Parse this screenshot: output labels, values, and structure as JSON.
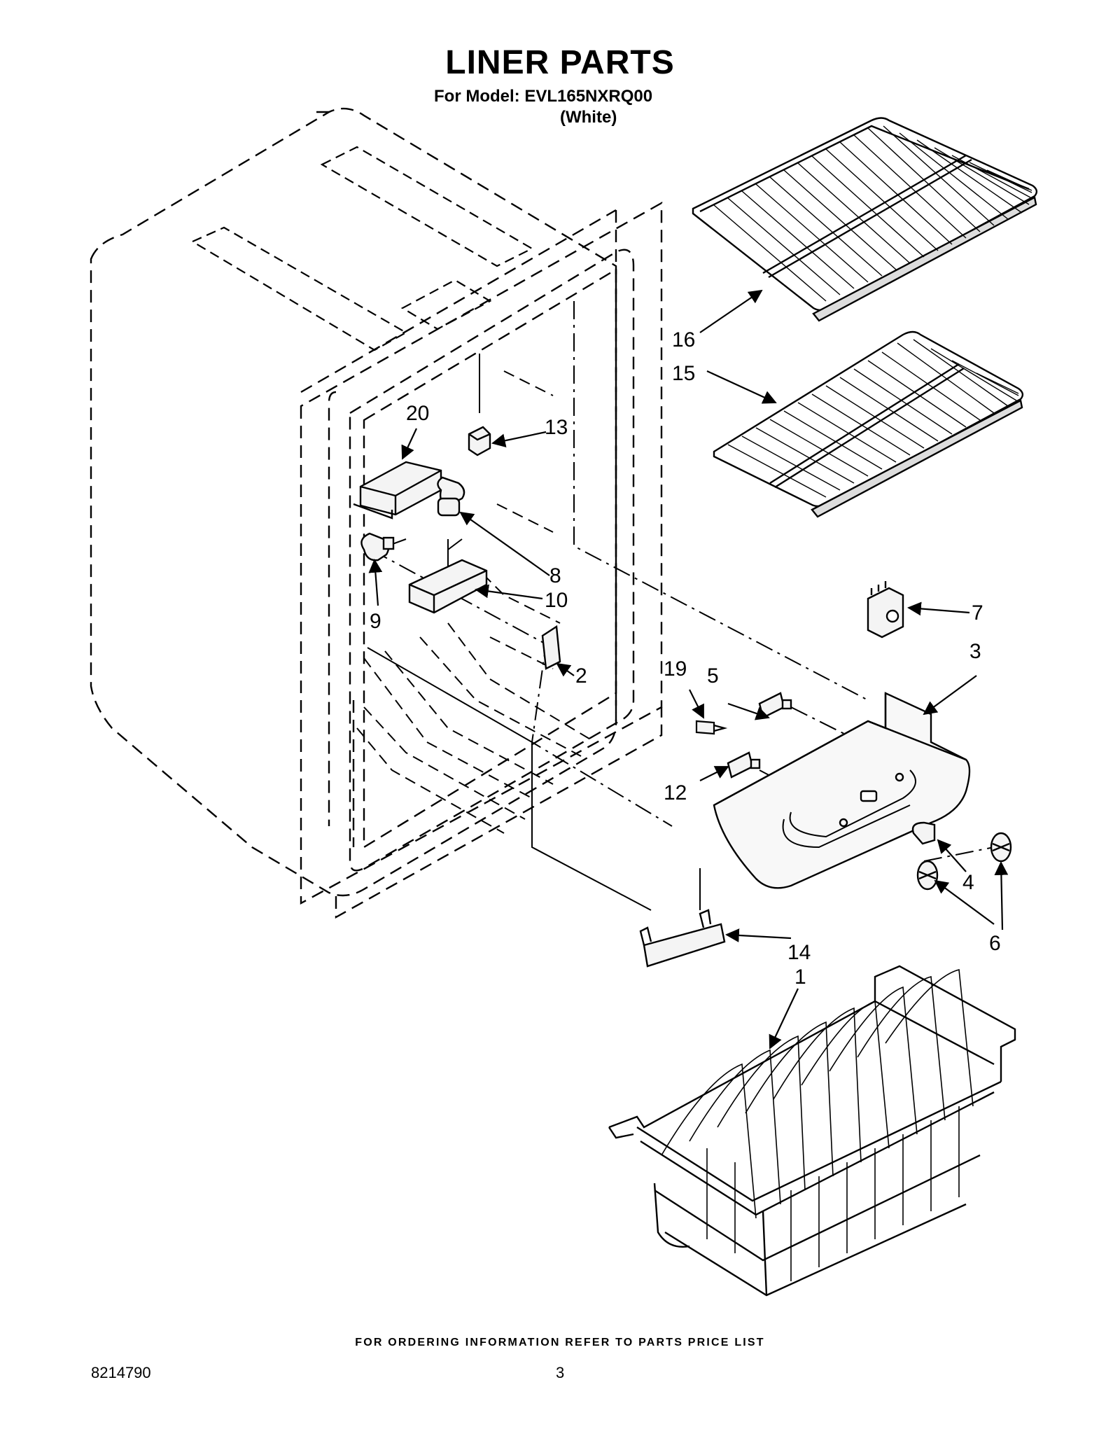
{
  "header": {
    "title": "LINER PARTS",
    "model_line": "For Model: EVL165NXRQ00",
    "color_line": "(White)"
  },
  "footer": {
    "ordering_note": "FOR ORDERING INFORMATION REFER TO PARTS PRICE LIST",
    "document_number": "8214790",
    "page_number": "3"
  },
  "callouts": {
    "c1": "1",
    "c2": "2",
    "c3": "3",
    "c4": "4",
    "c5": "5",
    "c6": "6",
    "c7": "7",
    "c8": "8",
    "c9": "9",
    "c10": "10",
    "c12": "12",
    "c13": "13",
    "c14": "14",
    "c15": "15",
    "c16": "16",
    "c19": "19",
    "c20": "20"
  },
  "colors": {
    "ink": "#000000",
    "paper": "#ffffff",
    "part_fill": "#f4f4f4"
  }
}
